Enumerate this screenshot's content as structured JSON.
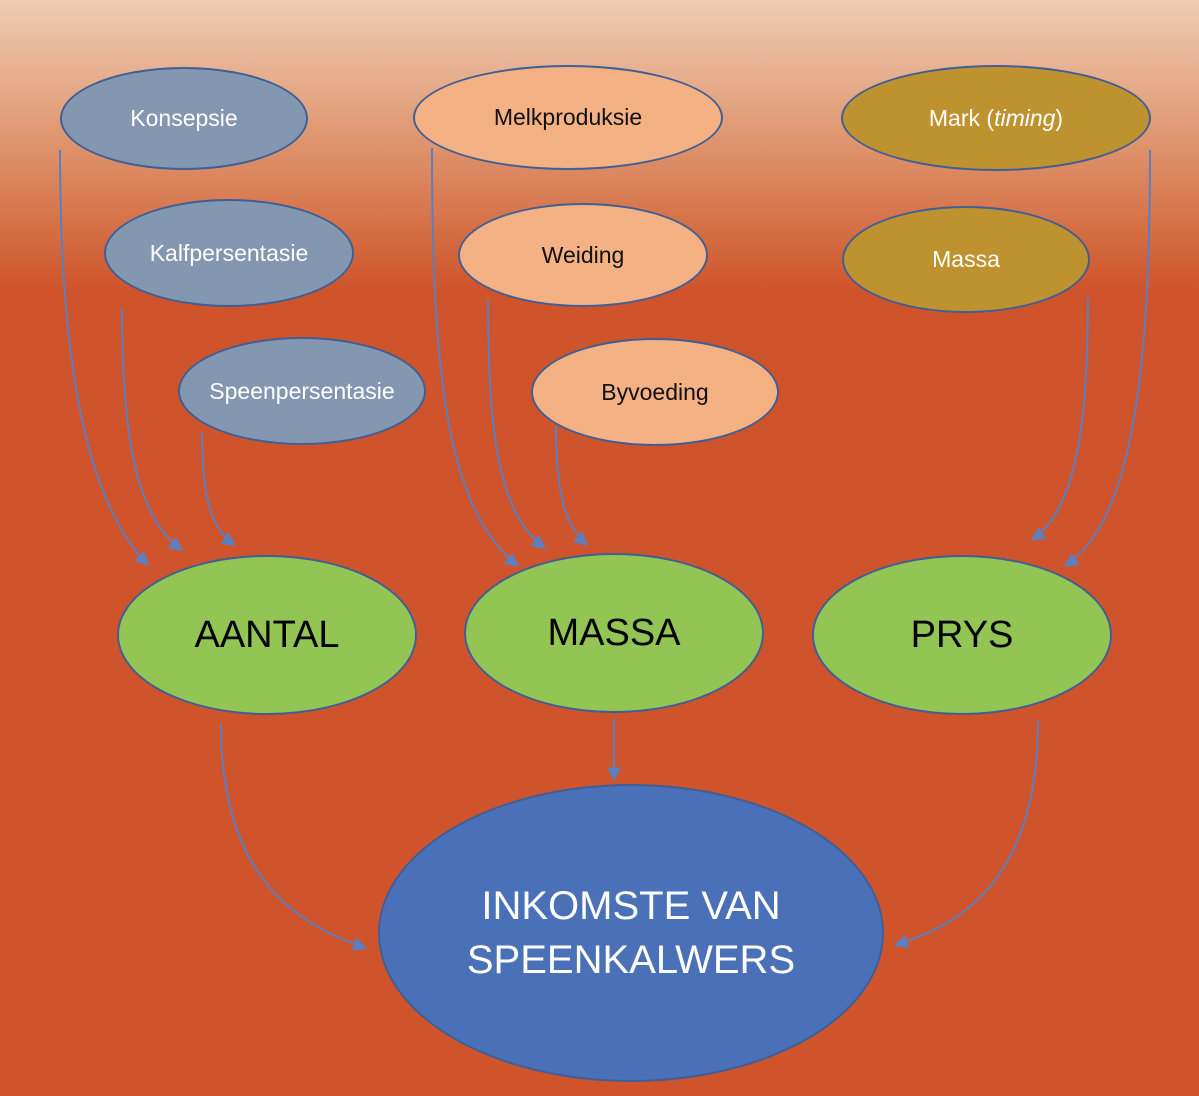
{
  "factors": {
    "konsepsie": "Konsepsie",
    "kalfpersentasie": "Kalfpersentasie",
    "speenpersentasie": "Speenpersentasie",
    "melkproduksie": "Melkproduksie",
    "weiding": "Weiding",
    "byvoeding": "Byvoeding",
    "mark_prefix": "Mark (",
    "mark_italic": "timing",
    "mark_suffix": ")",
    "massa_factor": "Massa"
  },
  "mid": {
    "aantal": "AANTAL",
    "massa": "MASSA",
    "prys": "PRYS"
  },
  "result": {
    "line1": "INKOMSTE VAN",
    "line2": "SPEENKALWERS"
  },
  "colors": {
    "arrow": "#5b7fc0",
    "factor_count": "#8497b0",
    "factor_mass": "#f4b183",
    "factor_price": "#bf9230",
    "middle": "#92c553",
    "result": "#4a70b8"
  }
}
